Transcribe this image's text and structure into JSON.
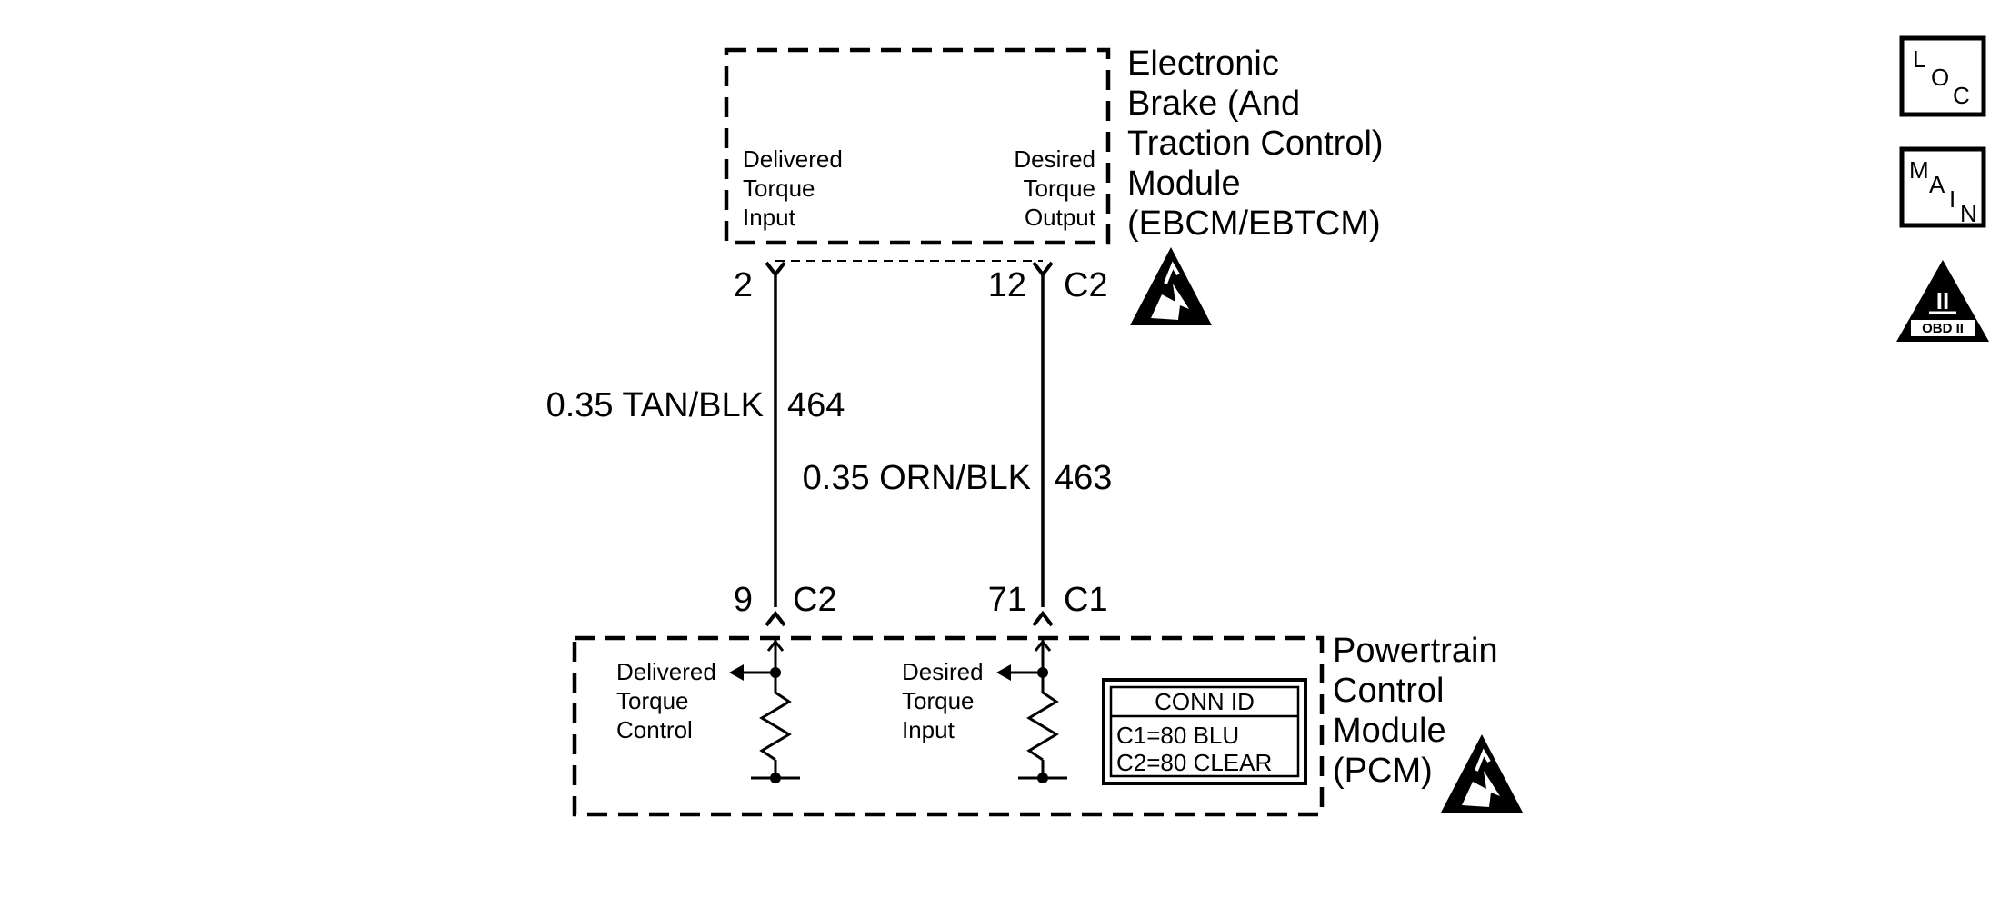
{
  "ebcm": {
    "title_lines": [
      "Electronic",
      "Brake (And",
      "Traction Control)",
      "Module",
      "(EBCM/EBTCM)"
    ],
    "left_terminal_lines": [
      "Delivered",
      "Torque",
      "Input"
    ],
    "right_terminal_lines": [
      "Desired",
      "Torque",
      "Output"
    ],
    "pin_left": "2",
    "pin_right": "12",
    "connector": "C2"
  },
  "wires": [
    {
      "label": "0.35 TAN/BLK",
      "circuit": "464"
    },
    {
      "label": "0.35 ORN/BLK",
      "circuit": "463"
    }
  ],
  "pcm": {
    "title_lines": [
      "Powertrain",
      "Control",
      "Module",
      "(PCM)"
    ],
    "left_pin": "9",
    "left_connector": "C2",
    "right_pin": "71",
    "right_connector": "C1",
    "left_terminal_lines": [
      "Delivered",
      "Torque",
      "Control"
    ],
    "right_terminal_lines": [
      "Desired",
      "Torque",
      "Input"
    ],
    "conn_id": {
      "header": "CONN ID",
      "rows": [
        "C1=80 BLU",
        "C2=80 CLEAR"
      ]
    }
  },
  "side_icons": {
    "loc": [
      "L",
      "O",
      "C"
    ],
    "main": [
      "M",
      "A",
      "I",
      "N"
    ],
    "obd": {
      "roman": "II",
      "label": "OBD II"
    }
  },
  "icon_names": [
    "esd-warning-icon",
    "location-icon",
    "main-icon",
    "obd-ii-icon"
  ]
}
